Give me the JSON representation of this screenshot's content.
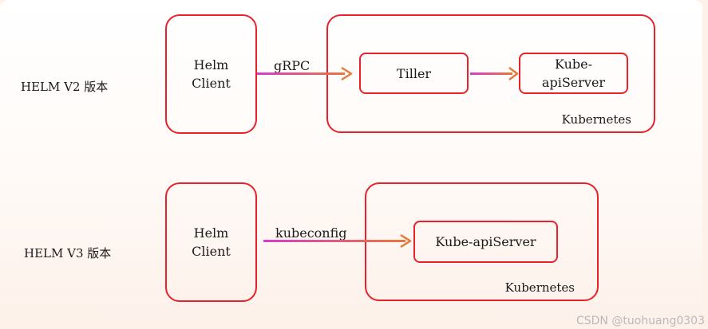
{
  "v2": {
    "label": "HELM V2 版本",
    "client": [
      "Helm",
      "Client"
    ],
    "protocol": "gRPC",
    "tiller": "Tiller",
    "apiserver": [
      "Kube-",
      "apiServer"
    ],
    "cluster": "Kubernetes"
  },
  "v3": {
    "label": "HELM V3 版本",
    "client": [
      "Helm",
      "Client"
    ],
    "protocol": "kubeconfig",
    "apiserver": "Kube-apiServer",
    "cluster": "Kubernetes"
  },
  "watermark": "CSDN @tuohuang0303",
  "colors": {
    "border": "#e8212a",
    "arrow_start": "#d63ccf",
    "arrow_end": "#e8793a"
  }
}
